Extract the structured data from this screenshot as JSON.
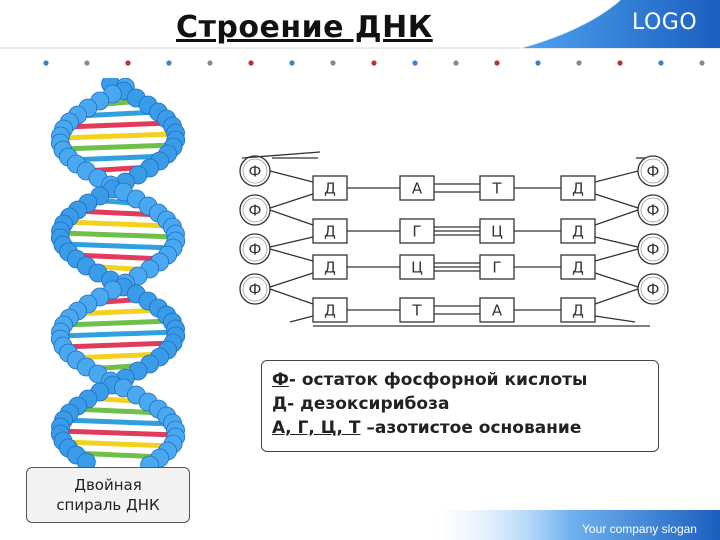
{
  "title": "Строение ДНК",
  "logo": "LOGO",
  "slogan": "Your company slogan",
  "colors": {
    "accent": "#2f7fd8",
    "helix_blue": "#3a9be8",
    "band": "#1f66c8"
  },
  "scheme": {
    "phosphate": "Ф",
    "sugar": "Д",
    "rows": [
      {
        "left": "А",
        "right": "Т",
        "bonds": 2
      },
      {
        "left": "Г",
        "right": "Ц",
        "bonds": 3
      },
      {
        "left": "Ц",
        "right": "Г",
        "bonds": 3
      },
      {
        "left": "Т",
        "right": "А",
        "bonds": 2
      }
    ]
  },
  "legend": {
    "line1_key": "Ф",
    "line1_text": "- остаток фосфорной кислоты",
    "line2_key": "Д",
    "line2_text": "- дезоксирибоза",
    "line3_key": "А, Г, Ц, Т",
    "line3_text": " –азотистое основание"
  },
  "caption": {
    "line1": "Двойная",
    "line2": "спираль ДНК"
  },
  "helix_image": {
    "icon": "dna-double-helix-illustration"
  }
}
